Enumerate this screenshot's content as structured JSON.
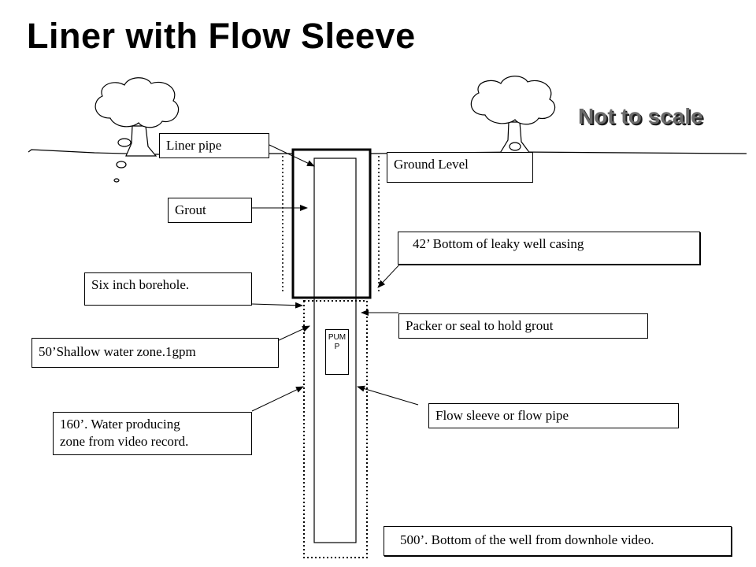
{
  "title": "Liner with Flow Sleeve",
  "scale_note": "Not to scale",
  "labels": {
    "liner_pipe": "Liner pipe",
    "grout": "Grout",
    "six_inch_borehole": "Six inch borehole.",
    "shallow_zone": "50’Shallow water zone.1gpm",
    "water_zone_line1": "160’.  Water producing",
    "water_zone_line2": "zone from video record.",
    "ground_level": "Ground Level",
    "casing_bottom": "42’  Bottom of leaky well casing",
    "packer": "Packer or seal to hold grout",
    "flow_sleeve": "Flow sleeve or flow pipe",
    "well_bottom": "500’.  Bottom of the well from downhole video."
  },
  "pump_label": "PUMP"
}
